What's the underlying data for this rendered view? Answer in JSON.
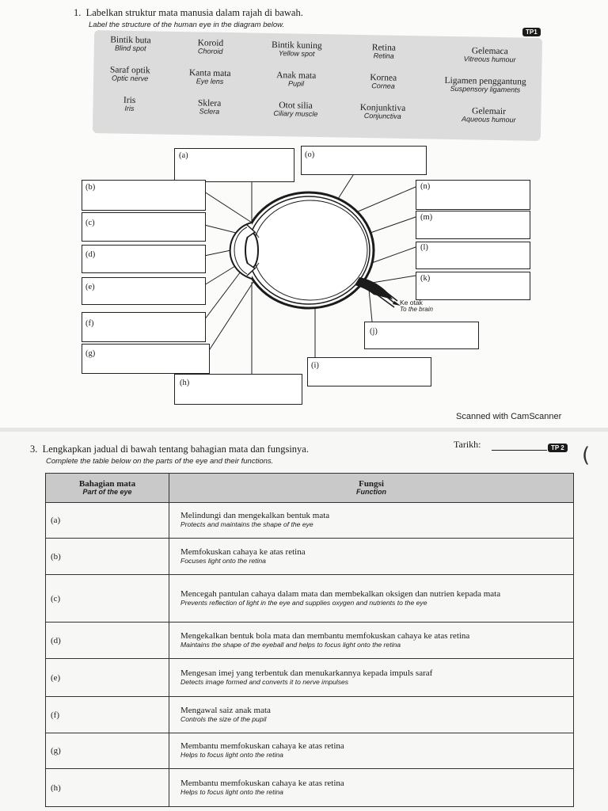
{
  "question1": {
    "number": "1.",
    "title": "Labelkan struktur mata manusia dalam rajah di bawah.",
    "subtitle": "Label the structure of the human eye in the diagram below.",
    "badge": "TP1",
    "word_bank": [
      {
        "ms": "Bintik buta",
        "en": "Blind spot"
      },
      {
        "ms": "Koroid",
        "en": "Choroid"
      },
      {
        "ms": "Bintik kuning",
        "en": "Yellow spot"
      },
      {
        "ms": "Retina",
        "en": "Retina"
      },
      {
        "ms": "Gelemaca",
        "en": "Vitreous humour"
      },
      {
        "ms": "Saraf optik",
        "en": "Optic nerve"
      },
      {
        "ms": "Kanta mata",
        "en": "Eye lens"
      },
      {
        "ms": "Anak mata",
        "en": "Pupil"
      },
      {
        "ms": "Kornea",
        "en": "Cornea"
      },
      {
        "ms": "Ligamen penggantung",
        "en": "Suspensory ligaments"
      },
      {
        "ms": "Iris",
        "en": "Iris"
      },
      {
        "ms": "Sklera",
        "en": "Sclera"
      },
      {
        "ms": "Otot silia",
        "en": "Ciliary muscle"
      },
      {
        "ms": "Konjunktiva",
        "en": "Conjunctiva"
      },
      {
        "ms": "Gelemair",
        "en": "Aqueous humour"
      }
    ],
    "diagram_labels": [
      "(a)",
      "(b)",
      "(c)",
      "(d)",
      "(e)",
      "(f)",
      "(g)",
      "(h)",
      "(i)",
      "(j)",
      "(k)",
      "(l)",
      "(m)",
      "(n)",
      "(o)"
    ],
    "brain_ms": "Ke otak",
    "brain_en": "To the brain"
  },
  "scanner_mark": "Scanned with CamScanner",
  "question3": {
    "number": "3.",
    "title": "Lengkapkan jadual di bawah tentang bahagian mata dan fungsinya.",
    "subtitle": "Complete the table below on the parts of the eye and their functions.",
    "date_label": "Tarikh:",
    "badge": "TP 2",
    "col_part_ms": "Bahagian mata",
    "col_part_en": "Part of the eye",
    "col_fn_ms": "Fungsi",
    "col_fn_en": "Function",
    "rows": [
      {
        "label": "(a)",
        "ms": "Melindungi dan mengekalkan bentuk mata",
        "en": "Protects and maintains the shape of the eye"
      },
      {
        "label": "(b)",
        "ms": "Memfokuskan cahaya ke atas retina",
        "en": "Focuses light onto the retina"
      },
      {
        "label": "(c)",
        "ms": "Mencegah pantulan cahaya dalam mata dan membekalkan oksigen dan nutrien kepada mata",
        "en": "Prevents reflection of light in the eye and supplies oxygen and nutrients to the eye"
      },
      {
        "label": "(d)",
        "ms": "Mengekalkan bentuk bola mata dan membantu memfokuskan cahaya ke atas retina",
        "en": "Maintains the shape of the eyeball and helps to focus light onto the retina"
      },
      {
        "label": "(e)",
        "ms": "Mengesan imej yang terbentuk dan menukarkannya kepada impuls saraf",
        "en": "Detects image formed and converts it to nerve impulses"
      },
      {
        "label": "(f)",
        "ms": "Mengawal saiz anak mata",
        "en": "Controls the size of the pupil"
      },
      {
        "label": "(g)",
        "ms": "Membantu memfokuskan cahaya ke atas retina",
        "en": "Helps to focus light onto the retina"
      },
      {
        "label": "(h)",
        "ms": "Membantu memfokuskan cahaya ke atas retina",
        "en": "Helps to focus light onto the retina"
      }
    ]
  }
}
